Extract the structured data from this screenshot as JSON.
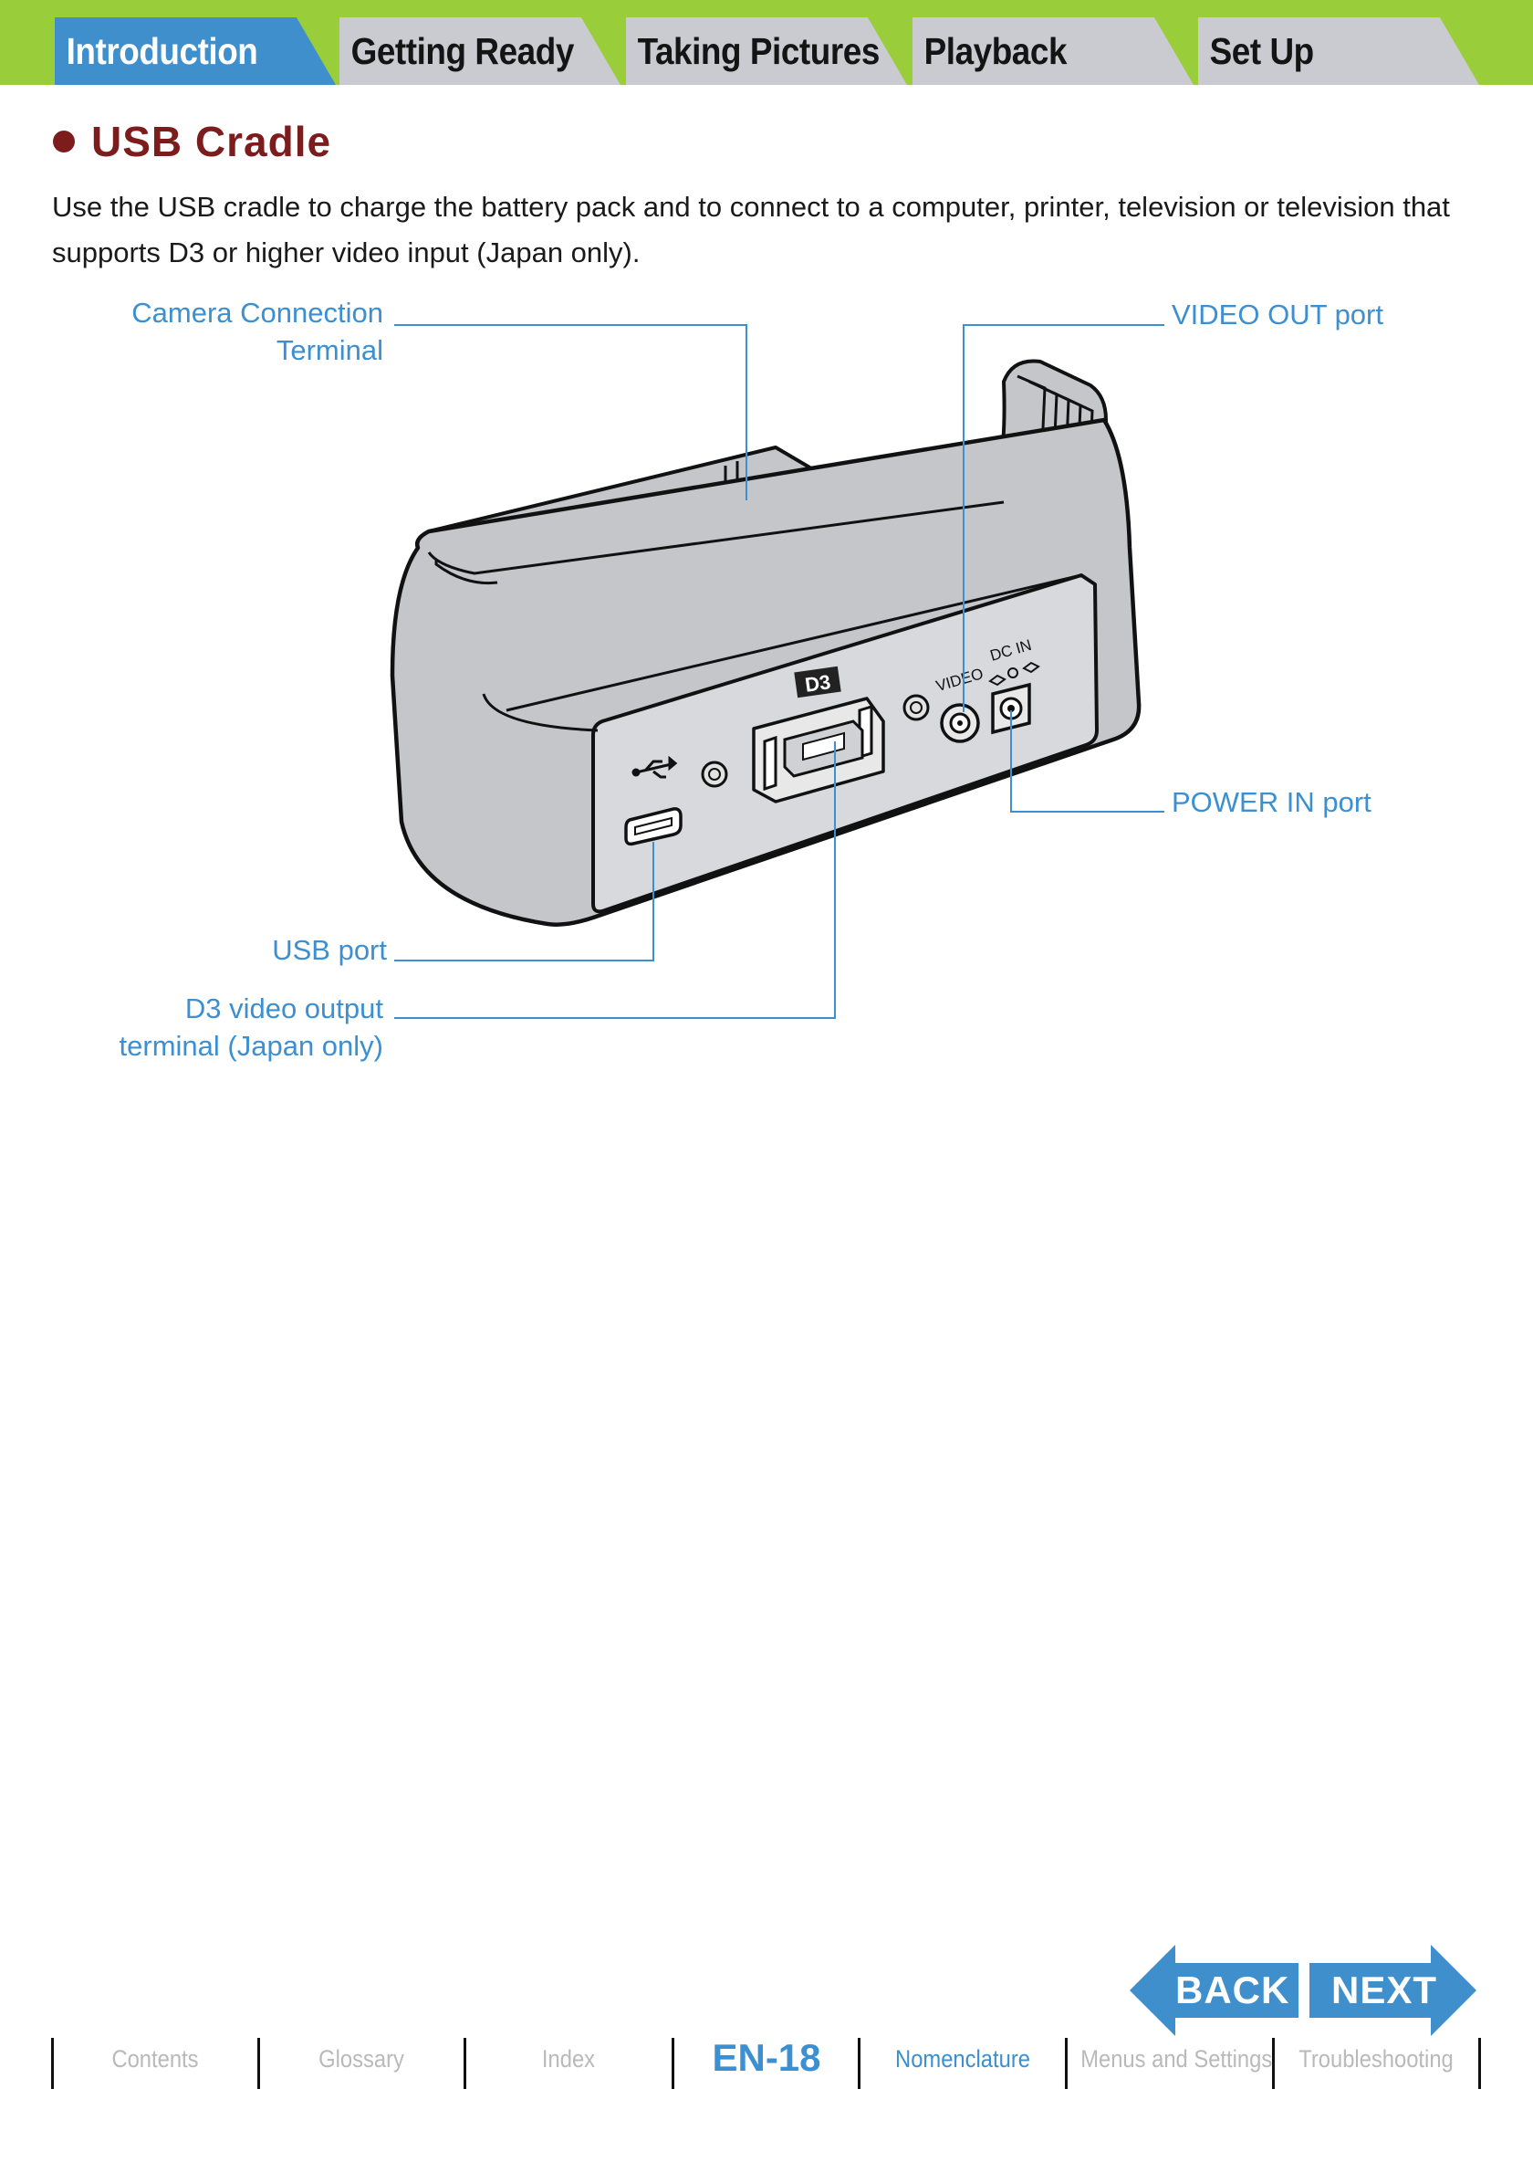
{
  "tabs": [
    {
      "label": "Introduction",
      "active": true
    },
    {
      "label": "Getting Ready",
      "active": false
    },
    {
      "label": "Taking Pictures",
      "active": false
    },
    {
      "label": "Playback",
      "active": false
    },
    {
      "label": "Set Up",
      "active": false
    }
  ],
  "section": {
    "title": "USB Cradle",
    "intro": "Use the USB cradle to charge the battery pack and to connect to a computer, printer, television or television that supports D3 or higher video input (Japan only)."
  },
  "diagram": {
    "callouts": {
      "camera_connection_line1": "Camera Connection",
      "camera_connection_line2": "Terminal",
      "video_out": "VIDEO OUT port",
      "power_in": "POWER IN port",
      "usb_port": "USB port",
      "d3_line1": "D3 video output",
      "d3_line2": "terminal (Japan only)"
    },
    "device_labels": {
      "d3": "D3",
      "video": "VIDEO",
      "dc_in": "DC IN"
    }
  },
  "nav": {
    "back_label": "BACK",
    "next_label": "NEXT"
  },
  "footer": {
    "contents": "Contents",
    "glossary": "Glossary",
    "index": "Index",
    "page": "EN-18",
    "nomenclature": "Nomenclature",
    "menus": "Menus and Settings",
    "troubleshooting": "Troubleshooting"
  },
  "colors": {
    "green_bar": "#9acd3a",
    "active_tab": "#3e8fcc",
    "inactive_tab": "#c9cbd1",
    "heading": "#7c1c1c",
    "callout": "#3c8fd0"
  }
}
